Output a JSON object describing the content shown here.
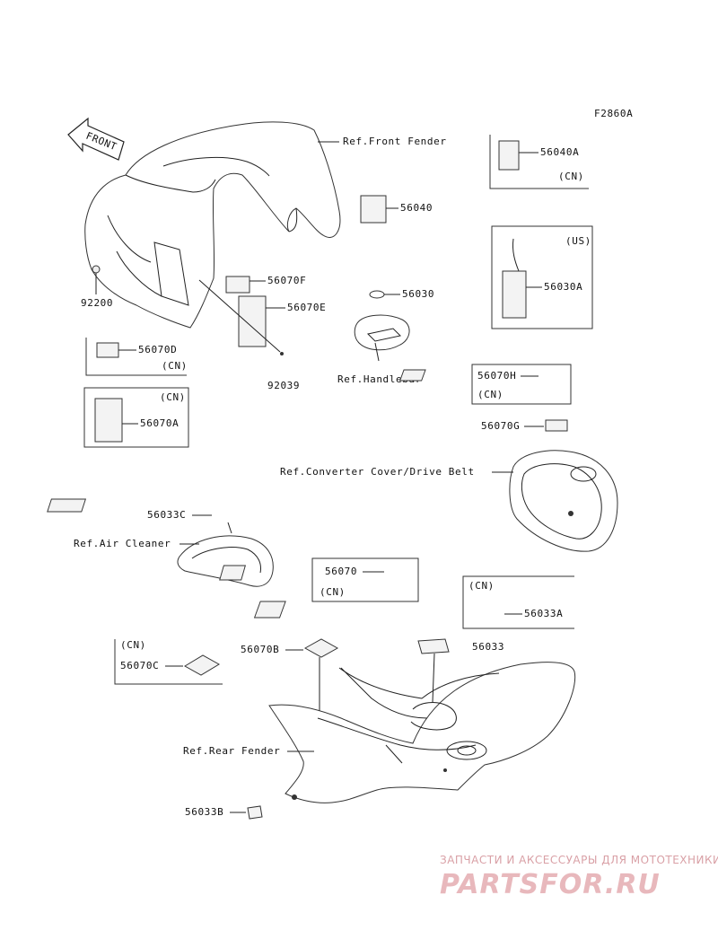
{
  "figure_code": "F2860A",
  "front_label": "FRONT",
  "refs": {
    "front_fender": "Ref.Front Fender",
    "handlebar": "Ref.Handlebar",
    "converter_cover": "Ref.Converter Cover/Drive Belt",
    "air_cleaner": "Ref.Air Cleaner",
    "rear_fender": "Ref.Rear Fender"
  },
  "parts": {
    "p56040": "56040",
    "p56040A": "56040A",
    "p56070F": "56070F",
    "p56070E": "56070E",
    "p92200": "92200",
    "p92039": "92039",
    "p56030": "56030",
    "p56030A": "56030A",
    "p56070D": "56070D",
    "p56070A": "56070A",
    "p56070H": "56070H",
    "p56070G": "56070G",
    "p56033C": "56033C",
    "p56070": "56070",
    "p56033A": "56033A",
    "p56033": "56033",
    "p56070B": "56070B",
    "p56070C": "56070C",
    "p56033B": "56033B"
  },
  "regions": {
    "cn": "(CN)",
    "us": "(US)"
  },
  "watermark": {
    "tagline": "ЗАПЧАСТИ И АКСЕССУАРЫ ДЛЯ МОТОТЕХНИКИ",
    "brand": "PARTSFOR.RU"
  }
}
